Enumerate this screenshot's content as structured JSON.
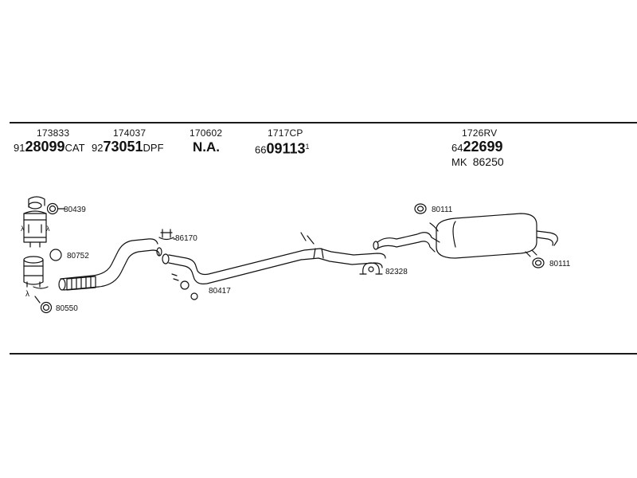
{
  "header": {
    "columns": [
      {
        "top": "173833",
        "pre": "91",
        "big": "28099",
        "suf": "CAT"
      },
      {
        "top": "174037",
        "pre": "92",
        "big": "73051",
        "suf": "DPF"
      },
      {
        "top": "170602",
        "plain": "N.A."
      },
      {
        "top": "1717CP",
        "pre": "66",
        "big": "09113",
        "sup": "1"
      },
      {
        "top": "1726RV",
        "pre": "64",
        "big": "22699",
        "sub_prefix": "MK",
        "sub_value": "86250"
      }
    ]
  },
  "parts": {
    "p80439": "80439",
    "p80752": "80752",
    "p80550": "80550",
    "p86170": "86170",
    "p80417": "80417",
    "p80111_top": "80111",
    "p82328": "82328",
    "p80111_bot": "80111"
  },
  "symbols": {
    "lambda_a": "λ",
    "lambda_b": "λ",
    "lambda_c": "λ"
  }
}
